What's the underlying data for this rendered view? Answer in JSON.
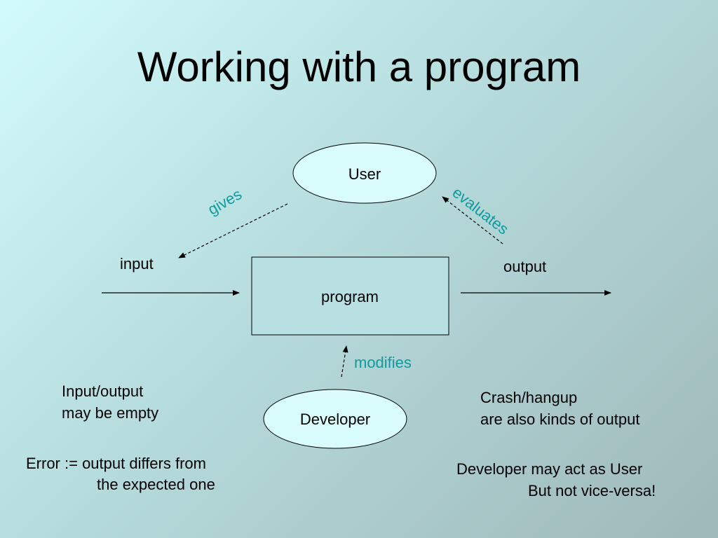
{
  "title": "Working with a program",
  "nodes": {
    "user": "User",
    "program": "program",
    "developer": "Developer"
  },
  "flows": {
    "input": "input",
    "output": "output"
  },
  "relations": {
    "gives": "gives",
    "evaluates": "evaluates",
    "modifies": "modifies"
  },
  "notes": {
    "empty_line1": "Input/output",
    "empty_line2": "may be empty",
    "error_line1": "Error := output differs from",
    "error_line2": "the expected one",
    "crash_line1": "Crash/hangup",
    "crash_line2": "are also kinds of output",
    "dev_line1": "Developer may act as User",
    "dev_line2": "But not vice-versa!"
  },
  "colors": {
    "relation_text": "#0f9ba0",
    "shape_fill": "#d9fdfd",
    "program_fill": "#b8e0e2",
    "stroke": "#000000"
  }
}
